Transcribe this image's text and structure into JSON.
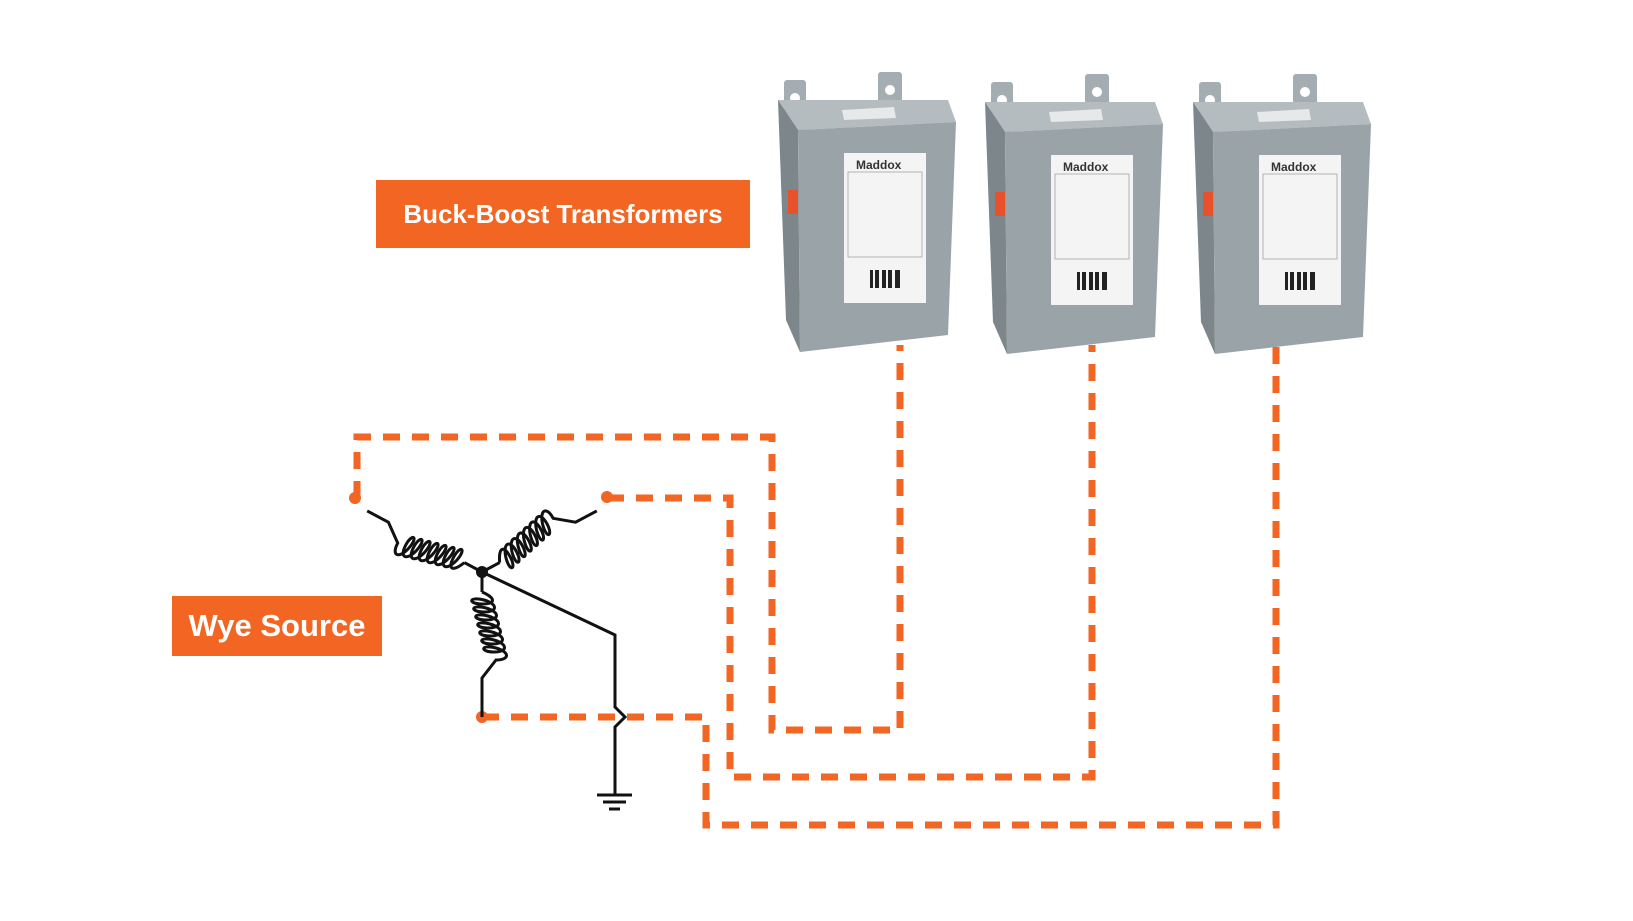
{
  "labels": {
    "transformers": "Buck-Boost Transformers",
    "source": "Wye Source"
  },
  "transformer_brand": "Maddox",
  "colors": {
    "accent": "#f26522",
    "wire": "#111111",
    "transformer_body": "#8e979c"
  }
}
